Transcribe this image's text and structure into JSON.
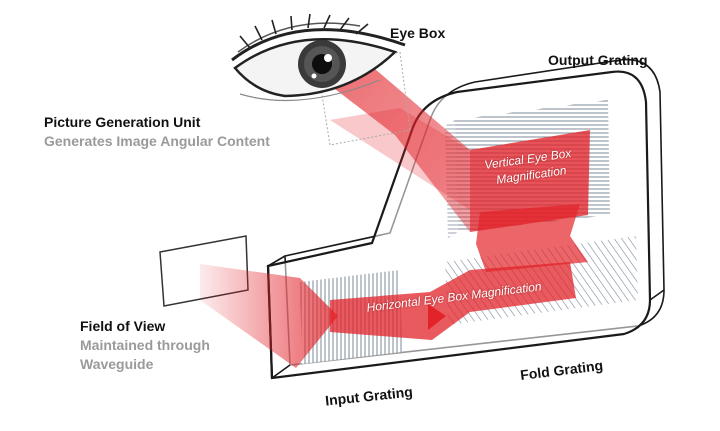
{
  "labels": {
    "eye_box": "Eye Box",
    "output_grating": "Output Grating",
    "pgu_title": "Picture Generation Unit",
    "pgu_sub": "Generates Image Angular Content",
    "fov_title": "Field of View",
    "fov_sub_1": "Maintained through",
    "fov_sub_2": "Waveguide",
    "vertical_mag_1": "Vertical Eye Box",
    "vertical_mag_2": "Magnification",
    "horizontal_mag": "Horizontal Eye Box Magnification",
    "fold_grating": "Fold Grating",
    "input_grating": "Input Grating"
  },
  "colors": {
    "beam": "#e2232a",
    "beam_light": "#f2a0a0",
    "grating_lines": "#7d8a9a",
    "outline": "#1a1a1a"
  },
  "icons": [
    "eye-icon",
    "projector-screen-icon"
  ]
}
